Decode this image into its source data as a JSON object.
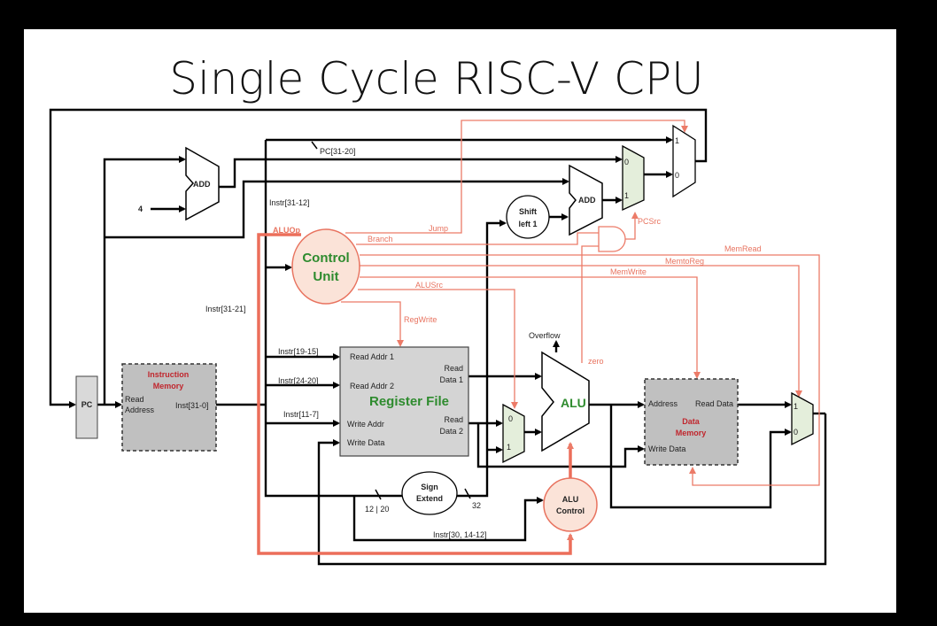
{
  "title": "Single Cycle RISC-V CPU",
  "colors": {
    "background": "#000000",
    "panel": "#ffffff",
    "control_signal": "#ec7b68",
    "unit_label_green": "#2e8b2e",
    "memory_label_red": "#c0262d",
    "mux_fill": "#e4eedb",
    "block_gray": "#c0c0c0"
  },
  "blocks": {
    "pc": "PC",
    "add1": "ADD",
    "add2": "ADD",
    "const4": "4",
    "control_unit": [
      "Control",
      "Unit"
    ],
    "instruction_memory": {
      "title": [
        "Instruction",
        "Memory"
      ],
      "read_address": [
        "Read",
        "Address"
      ],
      "output": "Inst[31-0]"
    },
    "register_file": {
      "title": "Register File",
      "read_addr1": "Read  Addr  1",
      "read_addr2": "Read  Addr  2",
      "write_addr": "Write Addr",
      "write_data": "Write Data",
      "read_data1": [
        "Read",
        "Data 1"
      ],
      "read_data2": [
        "Read",
        "Data 2"
      ]
    },
    "shift_left": [
      "Shift",
      "left 1"
    ],
    "sign_extend": [
      "Sign",
      "Extend"
    ],
    "alu": "ALU",
    "alu_control": [
      "ALU",
      "Control"
    ],
    "data_memory": {
      "title": [
        "Data",
        "Memory"
      ],
      "address": "Address",
      "read_data": "Read  Data",
      "write_data": "Write Data"
    },
    "mux_labels": {
      "zero": "0",
      "one": "1"
    }
  },
  "wires": {
    "pc_31_20": "PC[31-20]",
    "instr_31_12": "Instr[31-12]",
    "instr_31_21": "Instr[31-21]",
    "instr_19_15": "Instr[19-15]",
    "instr_24_20": "Instr[24-20]",
    "instr_11_7": "Instr[11-7]",
    "instr_30_14_12": "Instr[30,  14-12]",
    "sign_in_width": "12 | 20",
    "sign_out_width": "32",
    "overflow": "Overflow",
    "zero": "zero"
  },
  "control_signals": {
    "aluop": "ALUOp",
    "jump": "Jump",
    "branch": "Branch",
    "pcsrc": "PCSrc",
    "memread": "MemRead",
    "memtoreg": "MemtoReg",
    "memwrite": "MemWrite",
    "alusrc": "ALUSrc",
    "regwrite": "RegWrite"
  }
}
